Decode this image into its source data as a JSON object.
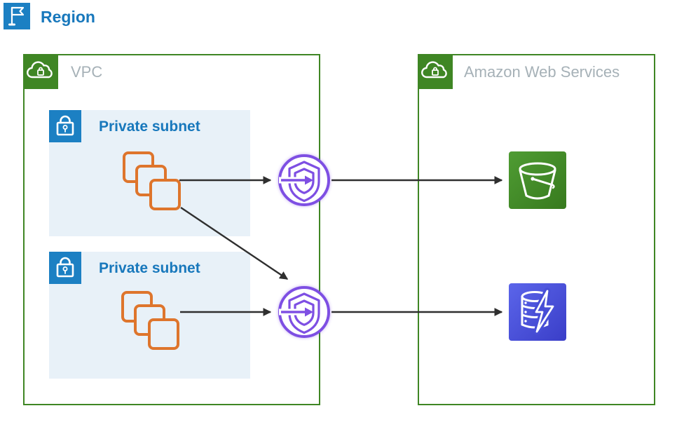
{
  "region": {
    "label": "Region"
  },
  "vpc": {
    "label": "VPC"
  },
  "aws": {
    "label": "Amazon Web Services"
  },
  "subnets": [
    {
      "label": "Private subnet"
    },
    {
      "label": "Private subnet"
    }
  ],
  "icons": {
    "region": "flag-icon",
    "vpc": "cloud-with-padlock-icon",
    "aws": "cloud-with-padlock-icon",
    "subnet": "padlock-icon",
    "instances": "stacked-instances-icon",
    "endpoint": "shield-arrow-endpoint-icon",
    "storage": "bucket-icon",
    "database": "database-lightning-icon"
  },
  "connections": [
    "subnet-1-instances to endpoint-1",
    "subnet-1-instances to endpoint-2",
    "subnet-2-instances to endpoint-2",
    "endpoint-1 to s3-bucket",
    "endpoint-2 to dynamodb"
  ],
  "colors": {
    "region_blue": "#1C80C3",
    "label_blue": "#1878BC",
    "container_green": "#3F8624",
    "muted_label_gray": "#A6B1B7",
    "subnet_bg": "#E8F1F8",
    "instance_orange": "#DE752C",
    "endpoint_purple": "#7E4FE3",
    "arrow_black": "#2F2F2F",
    "s3_green_light": "#4F9C33",
    "s3_green_dark": "#377A1E",
    "ddb_blue_light": "#5B65EA",
    "ddb_blue_dark": "#3A3EC8"
  }
}
